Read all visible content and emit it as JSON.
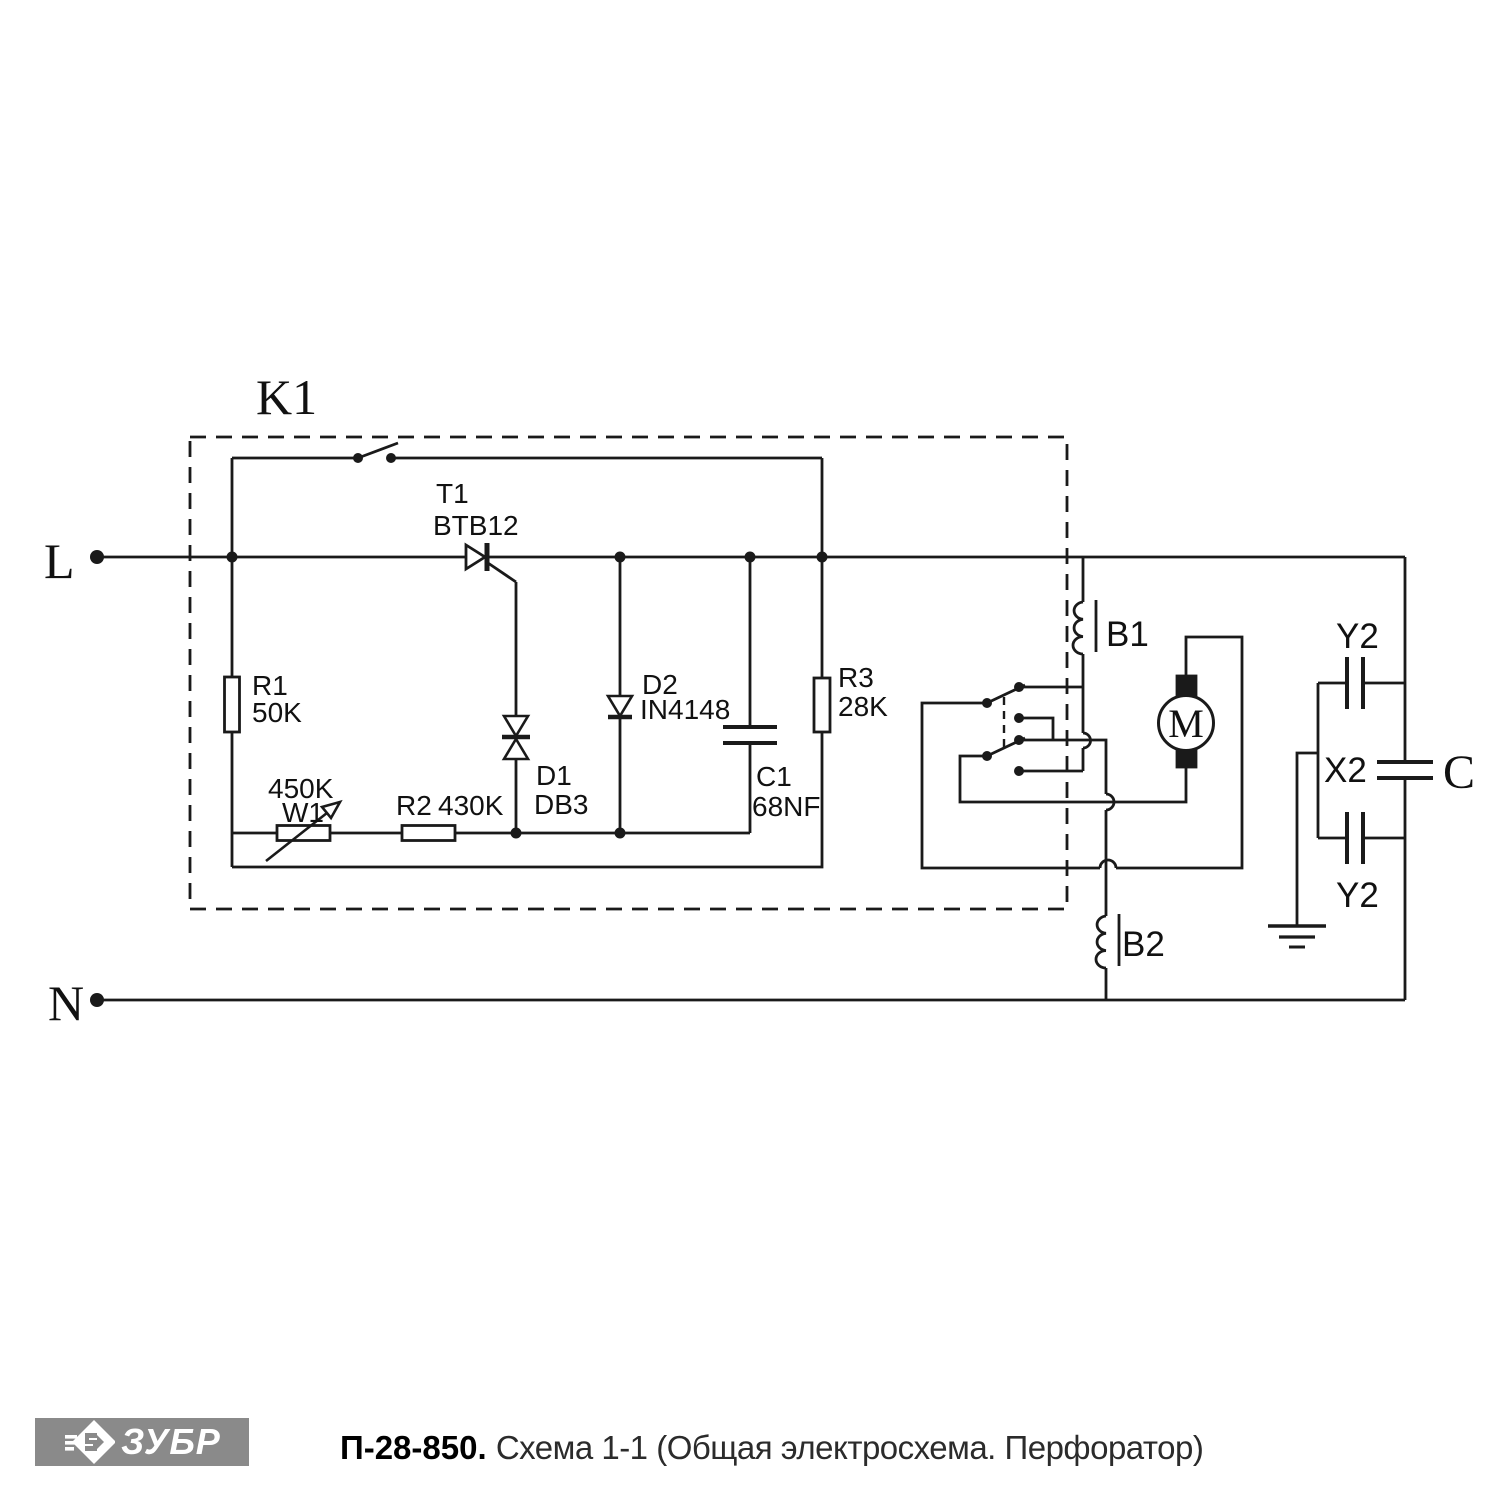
{
  "terminals": {
    "line": "L",
    "neutral": "N"
  },
  "module": {
    "label": "K1"
  },
  "components": {
    "t1": {
      "ref": "T1",
      "value": "BTB12"
    },
    "r1": {
      "ref": "R1",
      "value": "50K"
    },
    "w1": {
      "ref": "W1",
      "value": "450K"
    },
    "r2": {
      "ref": "R2",
      "value": "430K"
    },
    "d1": {
      "ref": "D1",
      "value": "DB3"
    },
    "d2": {
      "ref": "D2",
      "value": "IN4148"
    },
    "c1": {
      "ref": "C1",
      "value": "68NF"
    },
    "r3": {
      "ref": "R3",
      "value": "28K"
    },
    "b1": {
      "ref": "B1"
    },
    "b2": {
      "ref": "B2"
    },
    "motor": {
      "ref": "M"
    },
    "y2_top": {
      "ref": "Y2"
    },
    "y2_bottom": {
      "ref": "Y2"
    },
    "x2": {
      "ref": "X2"
    },
    "c_line_cap": {
      "ref": "C"
    }
  },
  "footer": {
    "brand": "ЗУБР",
    "model": "П-28-850.",
    "caption": "Схема 1-1 (Общая электросхема. Перфоратор)"
  },
  "colors": {
    "stroke": "#1a1a1a",
    "background": "#ffffff",
    "footer_badge": "#8a8a8a"
  }
}
